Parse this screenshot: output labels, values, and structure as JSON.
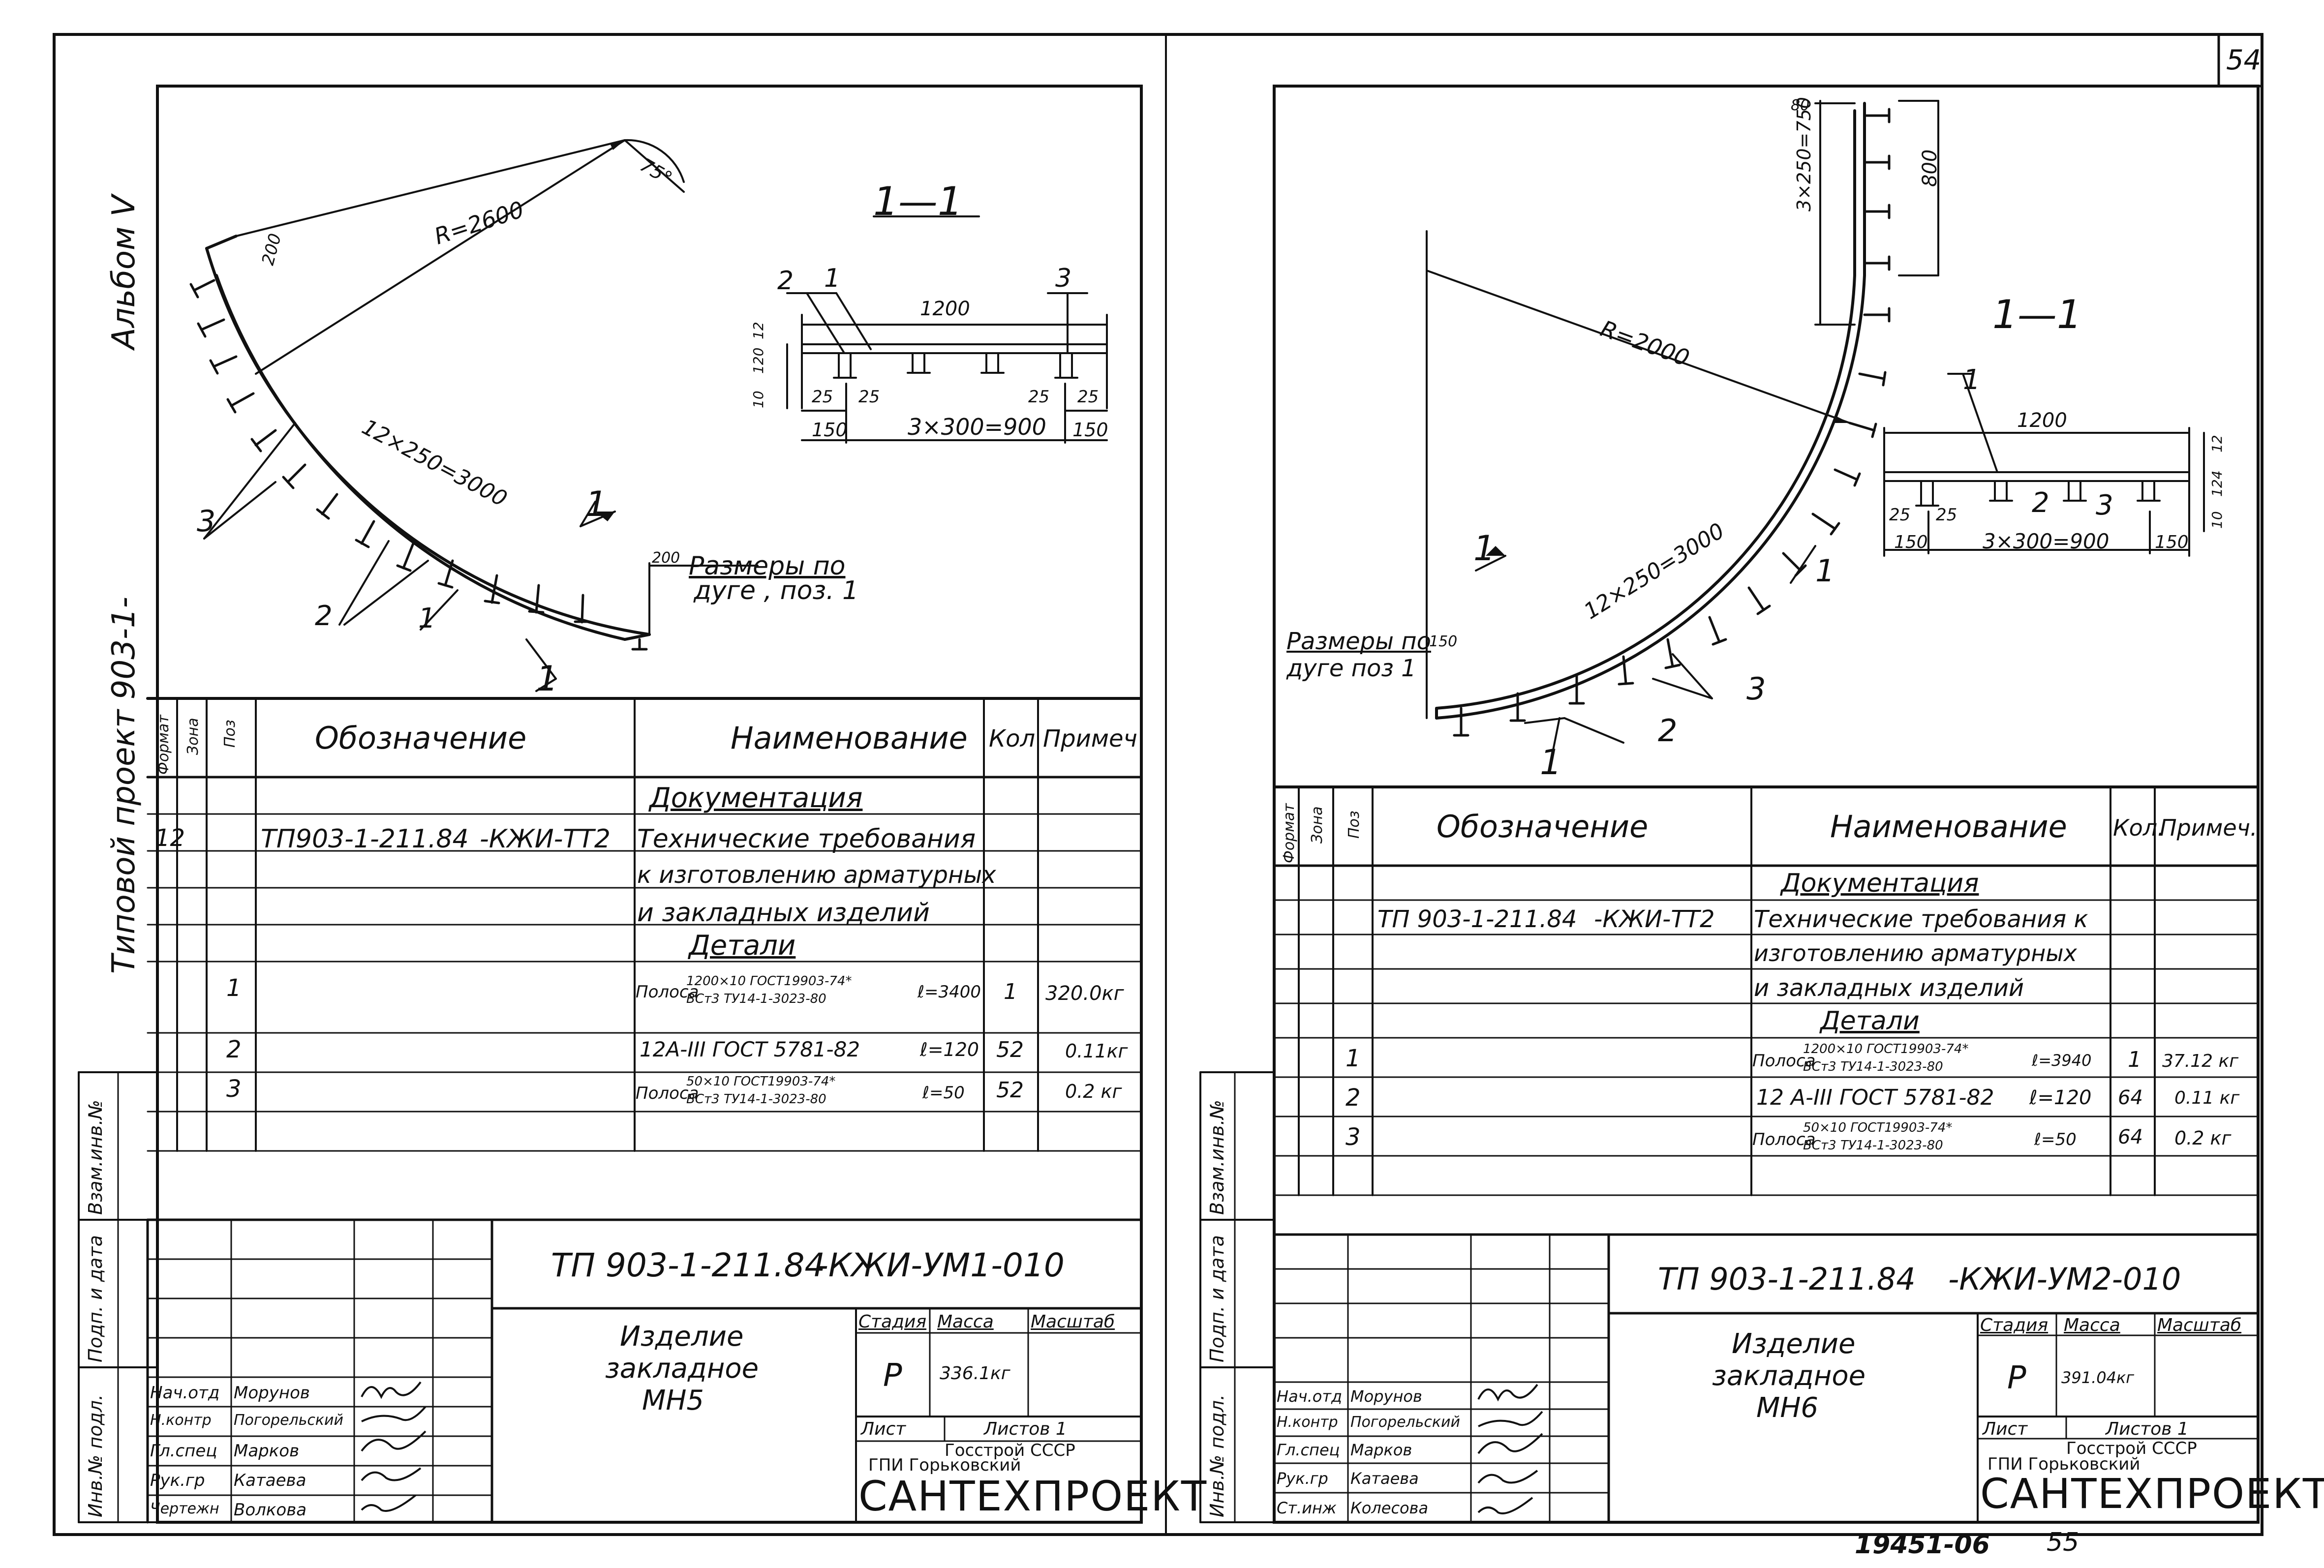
{
  "sheet": {
    "page_number": "54",
    "bottom_number": "19451-06",
    "bottom_page": "55"
  },
  "side": {
    "album": "Альбом V",
    "project": "Типовой   проект  903-1-",
    "vzam": "Взам.инв.№",
    "podp": "Подп. и дата",
    "inv": "Инв.№ подл."
  },
  "left": {
    "section_title": "1—1",
    "radius": "R=2600",
    "angle": "75°",
    "arc": "12×250=3000",
    "dim200": "200",
    "dim200b": "200",
    "arc_note_1": "Размеры по",
    "arc_note_2": "дуге , поз. 1",
    "leader_1": "1",
    "leader_2": "2",
    "leader_3": "3",
    "cut_label": "1",
    "cut_label2": "1",
    "sec_dims": {
      "len": "1200",
      "spacing": "3×300=900",
      "end_l": "150",
      "end_r": "150",
      "a1": "25",
      "a2": "25",
      "a3": "25",
      "a4": "25",
      "h1": "12",
      "h2": "120",
      "h3": "10",
      "lbl1": "1",
      "lbl2": "2",
      "lbl3": "3"
    },
    "table": {
      "headers": [
        "Формат",
        "Зона",
        "Поз",
        "Обозначение",
        "Наименование",
        "Кол",
        "Примеч"
      ],
      "section_doc": "Документация",
      "doc_format": "12",
      "doc_code": "ТП903-1-211.84",
      "doc_code_suffix": "-КЖИ-ТТ2",
      "doc_name_1": "Технические требования",
      "doc_name_2": "к изготовлению арматурных",
      "doc_name_3": "и закладных изделий",
      "section_parts": "Детали",
      "rows": [
        {
          "pos": "1",
          "prefix": "Полоса",
          "spec_top": "1200×10 ГОСТ19903-74*",
          "spec_bot": "ВСт3  ТУ14-1-3023-80",
          "len": "ℓ=3400",
          "qty": "1",
          "note": "320.0кг"
        },
        {
          "pos": "2",
          "prefix": "",
          "spec_top": "12А-III ГОСТ 5781-82",
          "spec_bot": "",
          "len": "ℓ=120",
          "qty": "52",
          "note": "0.11кг"
        },
        {
          "pos": "3",
          "prefix": "Полоса",
          "spec_top": "50×10 ГОСТ19903-74*",
          "spec_bot": "ВСт3  ТУ14-1-3023-80",
          "len": "ℓ=50",
          "qty": "52",
          "note": "0.2 кг"
        }
      ]
    },
    "title": {
      "code": "ТП 903-1-211.84",
      "code_suffix": "-КЖИ-УМ1-010",
      "name_1": "Изделие",
      "name_2": "закладное",
      "name_3": "МН5",
      "stage_h": "Стадия",
      "mass_h": "Масса",
      "scale_h": "Масштаб",
      "stage": "Р",
      "mass": "336.1кг",
      "sheet_h": "Лист",
      "sheets_h": "Листов 1",
      "org_1": "Госстрой СССР",
      "org_2": "ГПИ   Горьковский",
      "org_3": "САНТЕХПРОЕКТ",
      "staff": [
        {
          "role": "Нач.отд",
          "name": "Морунов"
        },
        {
          "role": "Н.контр",
          "name": "Погорельский"
        },
        {
          "role": "Гл.спец",
          "name": "Марков"
        },
        {
          "role": "Рук.гр",
          "name": "Катаева"
        },
        {
          "role": "Чертежн",
          "name": "Волкова"
        }
      ]
    }
  },
  "right": {
    "section_title": "1—1",
    "radius": "R=2000",
    "arc": "12×250=3000",
    "top_arc": "3×250=750",
    "dim800": "800",
    "dim80": "80",
    "dim150": "150",
    "arc_note_1": "Размеры по",
    "arc_note_2": "дуге поз 1",
    "leader_1": "1",
    "leader_2": "2",
    "leader_3": "3",
    "cut_label": "1",
    "cut_label2": "1",
    "sec_dims": {
      "len": "1200",
      "spacing": "3×300=900",
      "end_l": "150",
      "end_r": "150",
      "a1": "25",
      "a2": "25",
      "h1": "12",
      "h2": "124",
      "h3": "10",
      "lbl1": "1",
      "lbl2": "2",
      "lbl3": "3"
    },
    "table": {
      "headers": [
        "Формат",
        "Зона",
        "Поз",
        "Обозначение",
        "Наименование",
        "Кол.",
        "Примеч."
      ],
      "section_doc": "Документация",
      "doc_code": "ТП 903-1-211.84",
      "doc_code_suffix": "-КЖИ-ТТ2",
      "doc_name_1": "Технические требования к",
      "doc_name_2": "изготовлению арматурных",
      "doc_name_3": "и закладных изделий",
      "section_parts": "Детали",
      "rows": [
        {
          "pos": "1",
          "prefix": "Полоса",
          "spec_top": "1200×10 ГОСТ19903-74*",
          "spec_bot": "ВСт3  ТУ14-1-3023-80",
          "len": "ℓ=3940",
          "qty": "1",
          "note": "37.12 кг"
        },
        {
          "pos": "2",
          "prefix": "",
          "spec_top": "12 А-III ГОСТ 5781-82",
          "spec_bot": "",
          "len": "ℓ=120",
          "qty": "64",
          "note": "0.11 кг"
        },
        {
          "pos": "3",
          "prefix": "Полоса",
          "spec_top": "50×10 ГОСТ19903-74*",
          "spec_bot": "ВСт3  ТУ14-1-3023-80",
          "len": "ℓ=50",
          "qty": "64",
          "note": "0.2 кг"
        }
      ]
    },
    "title": {
      "code": "ТП 903-1-211.84",
      "code_suffix": "-КЖИ-УМ2-010",
      "name_1": "Изделие",
      "name_2": "закладное",
      "name_3": "МН6",
      "stage_h": "Стадия",
      "mass_h": "Масса",
      "scale_h": "Масштаб",
      "stage": "Р",
      "mass": "391.04кг",
      "sheet_h": "Лист",
      "sheets_h": "Листов 1",
      "org_1": "Госстрой СССР",
      "org_2": "ГПИ   Горьковский",
      "org_3": "САНТЕХПРОЕКТ",
      "staff": [
        {
          "role": "Нач.отд",
          "name": "Морунов"
        },
        {
          "role": "Н.контр",
          "name": "Погорельский"
        },
        {
          "role": "Гл.спец",
          "name": "Марков"
        },
        {
          "role": "Рук.гр",
          "name": "Катаева"
        },
        {
          "role": "Ст.инж",
          "name": "Колесова"
        }
      ]
    }
  }
}
